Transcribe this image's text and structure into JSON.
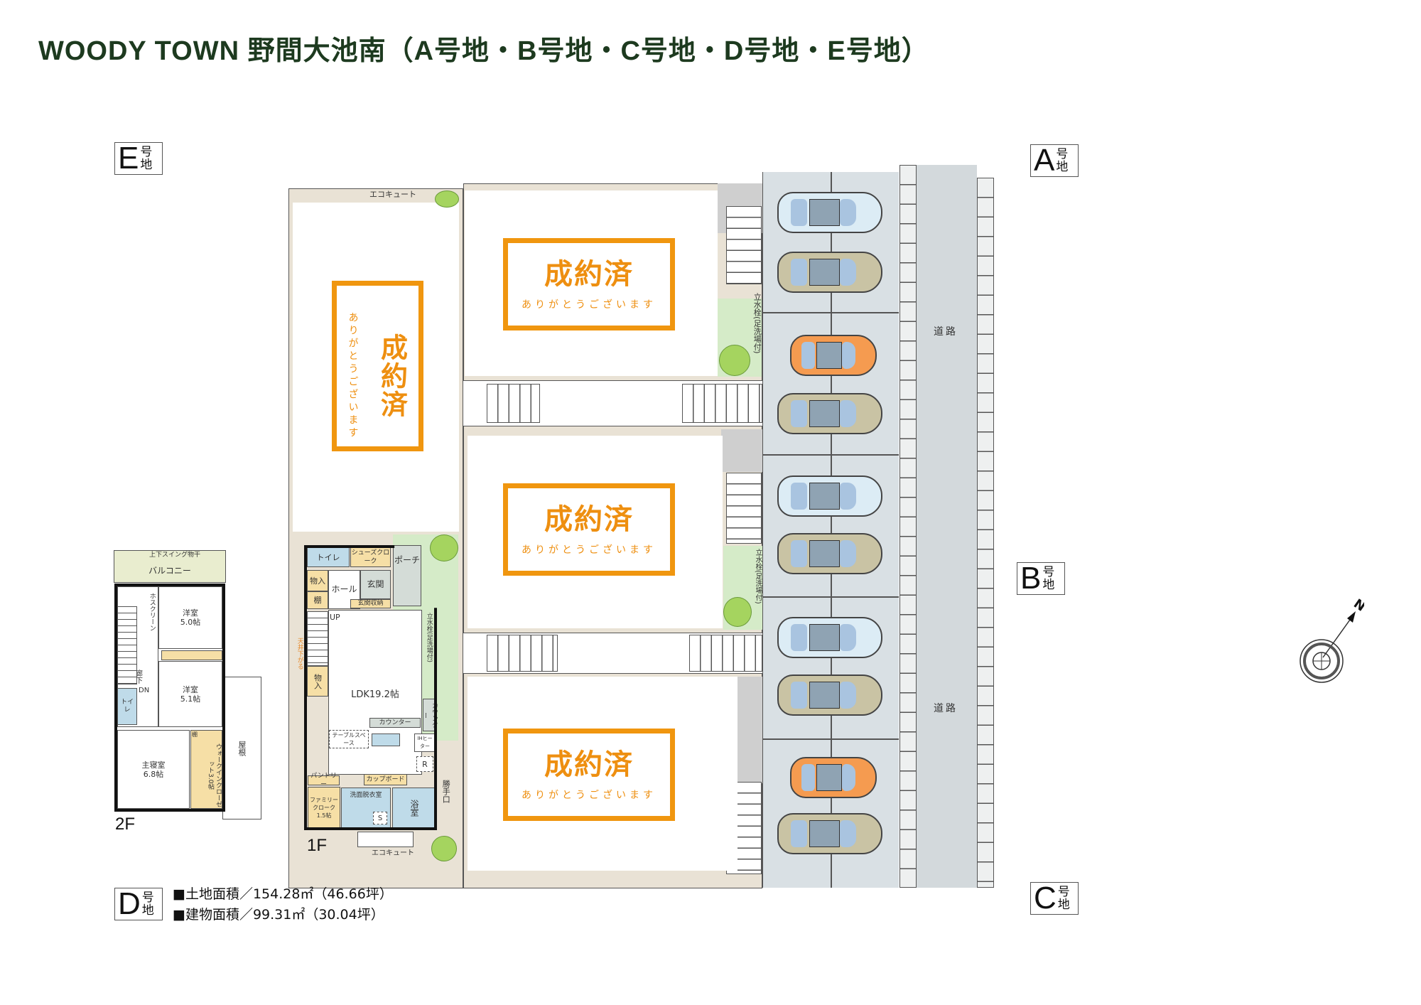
{
  "title": "WOODY TOWN 野間大池南（A号地・B号地・C号地・D号地・E号地）",
  "lots": {
    "suffix": "号地",
    "A": "A",
    "B": "B",
    "C": "C",
    "D": "D",
    "E": "E"
  },
  "sold": {
    "main": "成約済",
    "sub": "ありがとうございます"
  },
  "road": "道路",
  "site_labels": {
    "faucet": "立水栓(足洗場付)",
    "ecocute": "エコキュート"
  },
  "cars": {
    "colors": [
      "#dcecf5",
      "#c9c3a4",
      "#f59b50",
      "#c9c3a4",
      "#dcecf5",
      "#c9c3a4",
      "#dcecf5",
      "#c9c3a4",
      "#f59b50",
      "#c9c3a4"
    ]
  },
  "floor2": {
    "label": "2F",
    "balcony_rail": "上下スイング物干",
    "balcony": "バルコニー",
    "screen": "ホスクリーン",
    "corridor": "廊下",
    "down": "DN",
    "room1": "洋室\n5.0帖",
    "room2": "洋室\n5.1帖",
    "toilet": "トイレ",
    "shelf": "棚",
    "master": "主寝室\n6.8帖",
    "wic": "ウォークインクローゼット3.0帖",
    "roof": "屋根"
  },
  "floor1": {
    "label": "1F",
    "toilet": "トイレ",
    "shoes": "シューズクローク",
    "porch": "ポーチ",
    "storage": "物入",
    "shelf": "棚",
    "hall": "ホール",
    "entrance": "玄関",
    "entrance_storage": "玄関収納",
    "up": "UP",
    "ceiling": "天井下がる",
    "ldk": "LDK19.2帖",
    "counter": "カウンター",
    "table": "テーブルスペース",
    "ih": "IHヒーター",
    "pantry": "パントリー",
    "cupboard": "カップボード",
    "fridge": "R",
    "family_closet": "ファミリークローク1.5帖",
    "washroom": "洗面脱衣室",
    "s": "S",
    "bath": "浴室",
    "back_door": "勝手口",
    "faucet": "立水栓(足洗場付)",
    "ecocute": "エコキュート"
  },
  "area": {
    "land": "■土地面積／154.28㎡（46.66坪）",
    "building": "■建物面積／99.31㎡（30.04坪）"
  },
  "compass": {
    "north": "N"
  }
}
